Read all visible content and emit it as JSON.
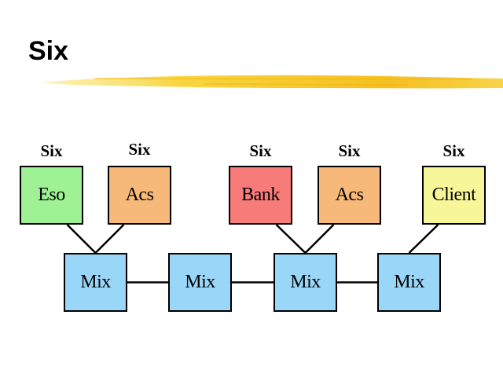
{
  "slide": {
    "title": "Six",
    "accent_color": "#f5c518"
  },
  "diagram": {
    "top_nodes": [
      {
        "id": "eso",
        "label": "Eso",
        "caption": "Six",
        "color": "#9ef294"
      },
      {
        "id": "acs1",
        "label": "Acs",
        "caption": "Six",
        "color": "#f7b979"
      },
      {
        "id": "bank",
        "label": "Bank",
        "caption": "Six",
        "color": "#f77b79"
      },
      {
        "id": "acs2",
        "label": "Acs",
        "caption": "Six",
        "color": "#f7b979"
      },
      {
        "id": "client",
        "label": "Client",
        "caption": "Six",
        "color": "#f7f79a"
      }
    ],
    "mix_nodes": [
      {
        "id": "mix1",
        "label": "Mix"
      },
      {
        "id": "mix2",
        "label": "Mix"
      },
      {
        "id": "mix3",
        "label": "Mix"
      },
      {
        "id": "mix4",
        "label": "Mix"
      }
    ],
    "edges": [
      [
        "eso",
        "mix1"
      ],
      [
        "acs1",
        "mix1"
      ],
      [
        "bank",
        "mix3"
      ],
      [
        "acs2",
        "mix3"
      ],
      [
        "client",
        "mix4"
      ],
      [
        "mix1",
        "mix2"
      ],
      [
        "mix2",
        "mix3"
      ],
      [
        "mix3",
        "mix4"
      ]
    ]
  }
}
